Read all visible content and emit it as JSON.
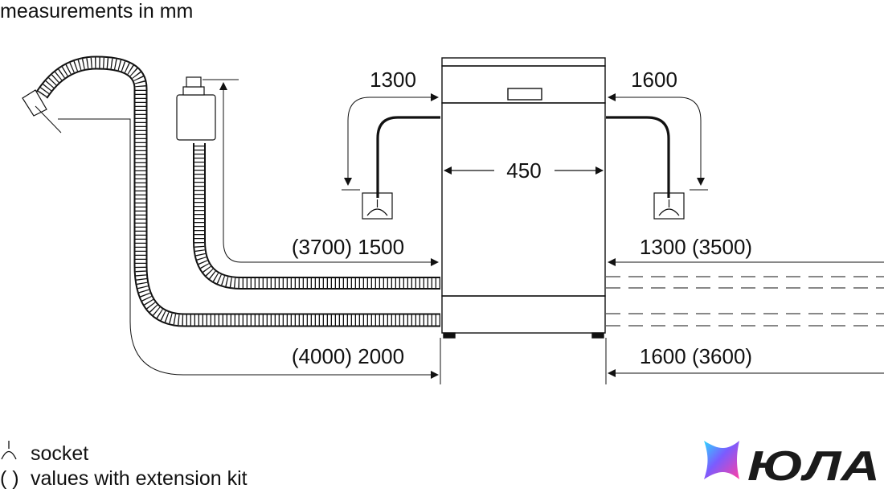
{
  "header": {
    "units_note": "measurements in mm"
  },
  "dimensions": {
    "width": "450",
    "left_top": "1300",
    "right_top": "1600",
    "left_mid": "(3700) 1500",
    "right_mid": "1300 (3500)",
    "left_bottom": "(4000) 2000",
    "right_bottom": "1600 (3600)"
  },
  "legend": {
    "socket_label": "socket",
    "parentheses_symbol": "( )",
    "parentheses_label": "values with extension kit"
  },
  "logo": {
    "text": "ЮЛА"
  },
  "icons": [
    "socket-symbol-icon",
    "logo-mark-icon"
  ]
}
